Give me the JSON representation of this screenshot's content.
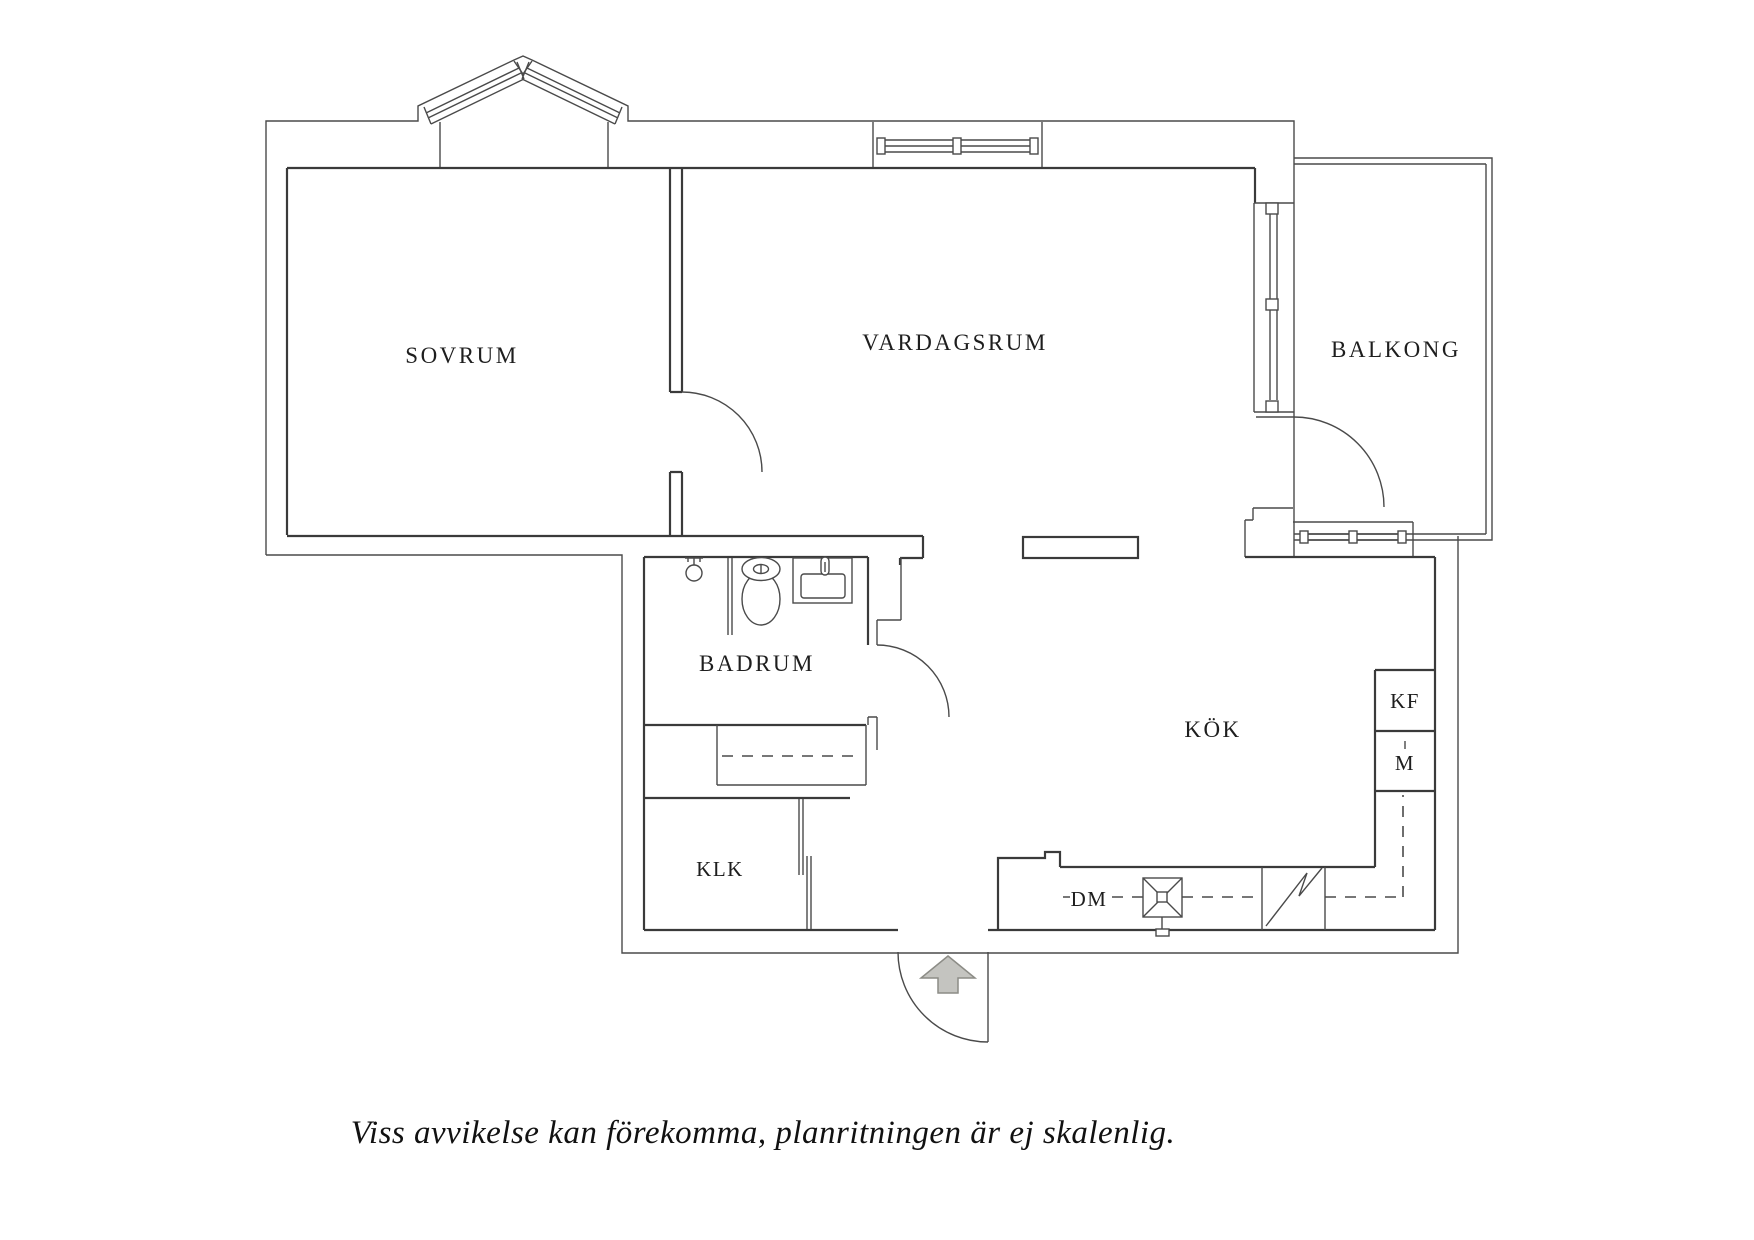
{
  "plan": {
    "rooms": {
      "sovrum": {
        "label": "SOVRUM"
      },
      "vardagsrum": {
        "label": "VARDAGSRUM"
      },
      "balkong": {
        "label": "BALKONG"
      },
      "badrum": {
        "label": "BADRUM"
      },
      "kok": {
        "label": "KÖK"
      },
      "klk": {
        "label": "KLK"
      }
    },
    "appliances": {
      "kf": "KF",
      "m": "M",
      "dm": "DM"
    },
    "icons": {
      "entry_arrow": "entry-direction-arrow",
      "toilet": "toilet-icon",
      "sink": "bathroom-sink-icon",
      "shower": "shower-icon",
      "kitchen_sink": "kitchen-sink-icon",
      "stove": "stove-icon"
    },
    "colors": {
      "wall": "#3a3a3a",
      "thin_line": "#4a4a4a",
      "text": "#1e1e1e",
      "arrow_fill": "#c4c4c0",
      "arrow_stroke": "#8c8c86",
      "background": "#ffffff"
    },
    "caption": "Viss avvikelse kan förekomma, planritningen är ej skalenlig."
  }
}
